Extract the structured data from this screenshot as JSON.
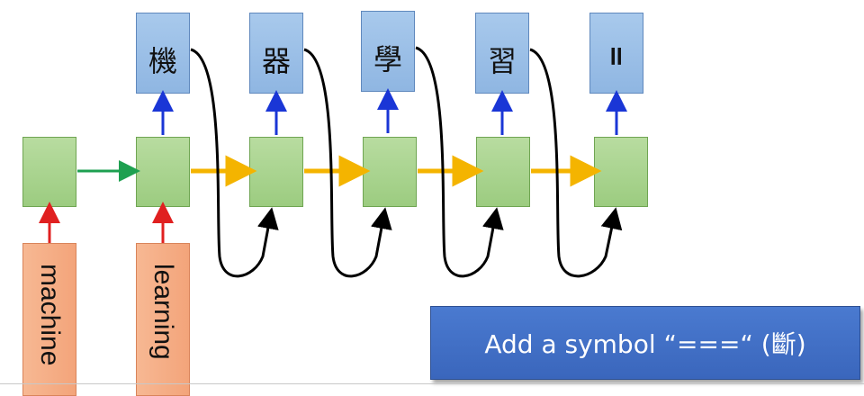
{
  "inputs": [
    {
      "word": "machine"
    },
    {
      "word": "learning"
    }
  ],
  "outputs": [
    {
      "char": "機"
    },
    {
      "char": "器"
    },
    {
      "char": "學"
    },
    {
      "char": "習"
    },
    {
      "char": "="
    }
  ],
  "callout": {
    "text": "Add a symbol “===“ (斷)"
  },
  "colors": {
    "input_arrow": "#e02020",
    "output_arrow": "#1a36d6",
    "encoder_arrow": "#1ea050",
    "decoder_arrow": "#f4b400",
    "feedback_curve": "#000000"
  }
}
